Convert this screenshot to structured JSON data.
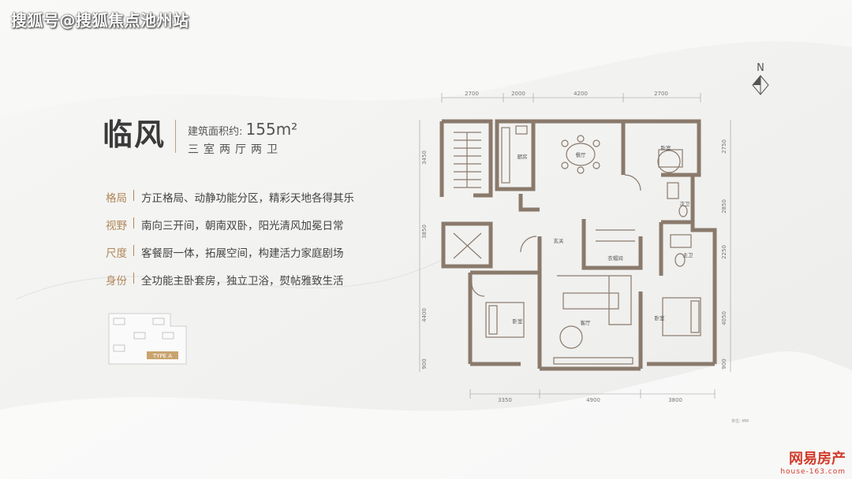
{
  "watermark": "搜狐号@搜狐焦点池州站",
  "title": "临风",
  "area": {
    "label": "建筑面积约: ",
    "value": "155m²"
  },
  "layout": "三室两厅两卫",
  "features": [
    {
      "key": "格局",
      "value": "方正格局、动静功能分区，精彩天地各得其乐"
    },
    {
      "key": "视野",
      "value": "南向三开间，朝南双卧，阳光清风加冕日常"
    },
    {
      "key": "尺度",
      "value": "客餐厨一体，拓展空间，构建活力家庭剧场"
    },
    {
      "key": "身份",
      "value": "全功能主卧套房，独立卫浴，熨帖雅致生活"
    }
  ],
  "compass": "N",
  "dims_top": [
    "2700",
    "2000",
    "4200",
    "2700"
  ],
  "dims_bottom": [
    "3350",
    "4900",
    "3800"
  ],
  "dims_left": [
    "3450",
    "3850",
    "4400",
    "900"
  ],
  "dims_right": [
    "2750",
    "2850",
    "2250",
    "4050",
    "900"
  ],
  "rooms": {
    "kitchen": "厨房",
    "dining": "餐厅",
    "bedroom_ne": "卧室",
    "bath2": "次卫",
    "bath_master": "主卫",
    "foyer": "玄关",
    "closet": "衣帽间",
    "living": "客厅",
    "bedroom_sw": "卧室",
    "bedroom_se": "卧室"
  },
  "scale_note": "单位: MM",
  "thumb_tag": "TYPE A",
  "logo": {
    "name": "网易房产",
    "url": "house-163.com"
  },
  "colors": {
    "wall": "#8a7a6c",
    "accent": "#b08758",
    "logo": "#d23b2a"
  }
}
